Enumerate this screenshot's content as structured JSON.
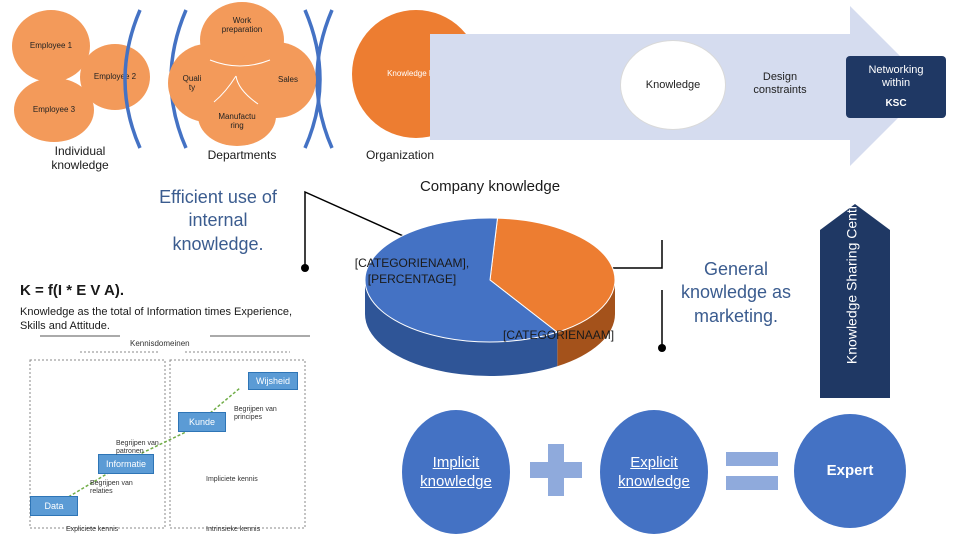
{
  "individual": {
    "employees": [
      "Employee 1",
      "Employee 2",
      "Employee 3"
    ],
    "label": "Individual knowledge"
  },
  "departments": {
    "items": [
      "Work preparation",
      "Quali ty",
      "Sales",
      "Manufactu ring"
    ],
    "label": "Departments"
  },
  "organization": {
    "plan": "Knowledge Plan",
    "label": "Organization"
  },
  "arrow": {
    "items": [
      "Knowledge",
      "Design constraints",
      "Networking within"
    ],
    "ksc": "KSC"
  },
  "efficient_use": "Efficient use of internal knowledge.",
  "formula": {
    "title": "K = f(I * E V A).",
    "caption": "Knowledge as the total of Information times Experience, Skills and Attitude."
  },
  "chart_data": {
    "type": "pie",
    "title": "Company knowledge",
    "labels": [
      "[CATEGORIENAAM], [PERCENTAGE]",
      "[CATEGORIENAAM], [PERCENTAGE]"
    ],
    "values": [
      40,
      60
    ],
    "colors": [
      "#ed7d31",
      "#4472c4"
    ]
  },
  "general_knowledge": "General knowledge as marketing.",
  "ksc_vertical": "Knowledge Sharing Centre",
  "equation": {
    "implicit": "Implicit knowledge",
    "explicit": "Explicit knowledge",
    "result": "Expert"
  },
  "kennis": {
    "title": "Kennisdomeinen",
    "boxes": [
      "Wijsheid",
      "Kunde",
      "Informatie",
      "Data"
    ],
    "notes": [
      "Begrijpen van principes",
      "Begrijpen van patronen",
      "Begrijpen van relaties",
      "Impliciete kennis"
    ],
    "bottom": [
      "Expliciete kennis",
      "Intrinsieke kennis"
    ]
  }
}
